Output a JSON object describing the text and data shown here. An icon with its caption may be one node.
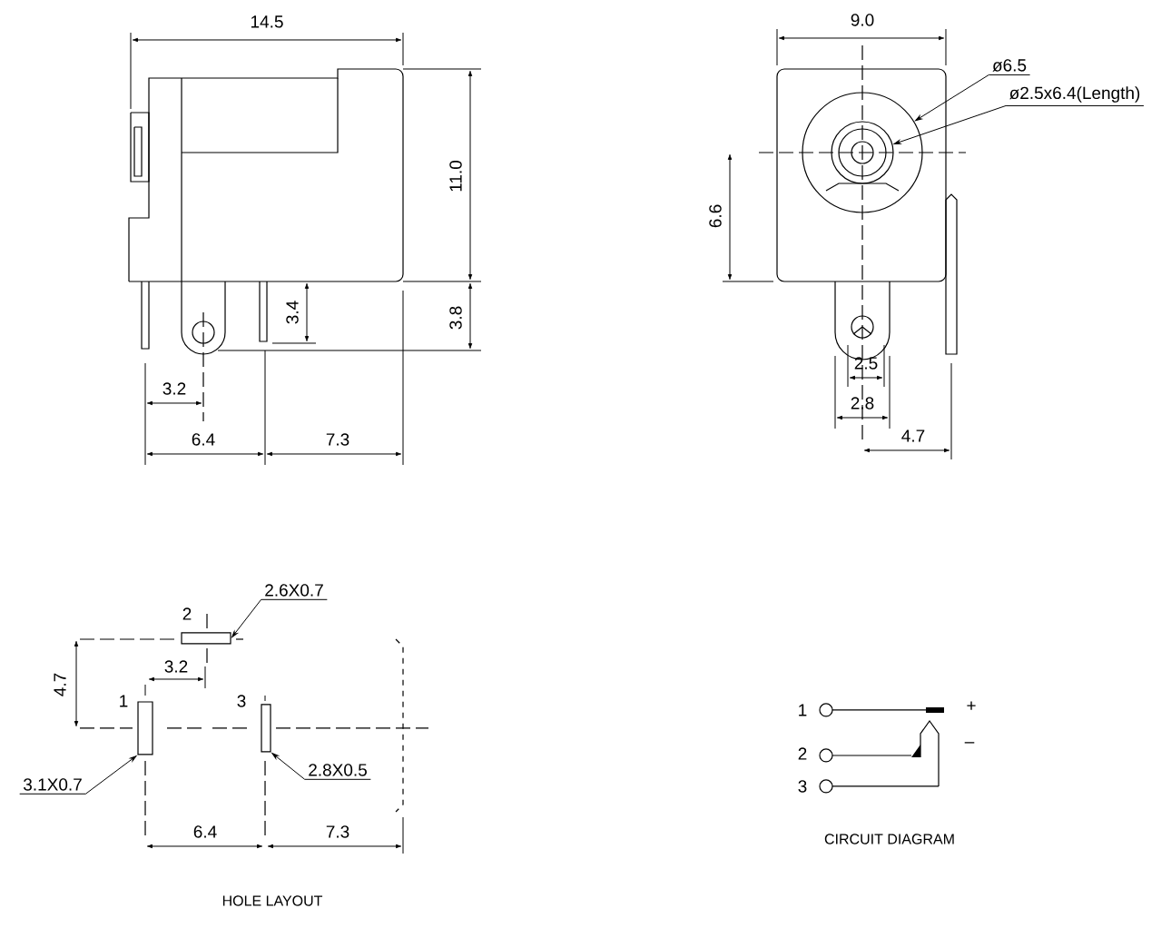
{
  "diagram": {
    "nodes": [
      {
        "text": [
          "ø6.5"
        ]
      },
      {
        "text": [],
        "shape": "circle"
      },
      {
        "text": [
          "ø2.5x6.4(Length)"
        ]
      },
      {
        "text": [],
        "shape": "circle",
        "in": 1
      },
      {
        "text": [
          "2.6X0.7"
        ]
      },
      {
        "text": [],
        "shape": "box",
        "beside": [
          "2"
        ]
      },
      {
        "text": [
          "3.1X0.7"
        ]
      },
      {
        "text": [],
        "shape": "box",
        "beside": [
          "1"
        ]
      },
      {
        "text": [
          "2.8X0.5"
        ]
      },
      {
        "text": [],
        "shape": "box",
        "beside": [
          "3"
        ]
      }
    ],
    "edges": [
      {
        "from": 0,
        "to": 1,
        "arrow": "to"
      },
      {
        "from": 2,
        "to": 3,
        "arrow": "to"
      },
      {
        "from": 4,
        "to": 5,
        "arrow": "to"
      },
      {
        "from": 6,
        "to": 7,
        "arrow": "to"
      },
      {
        "from": 8,
        "to": 9,
        "arrow": "to"
      }
    ],
    "labels": [
      "14.5",
      "11.0",
      "3.4",
      "3.8",
      "3.2",
      "6.4",
      "7.3",
      "9.0",
      "6.6",
      "2.5",
      "2.8",
      "4.7",
      "4.7",
      "3.2",
      "6.4",
      "7.3",
      "HOLE LAYOUT",
      "1",
      "+",
      "2",
      "–",
      "3",
      "CIRCUIT DIAGRAM"
    ]
  }
}
